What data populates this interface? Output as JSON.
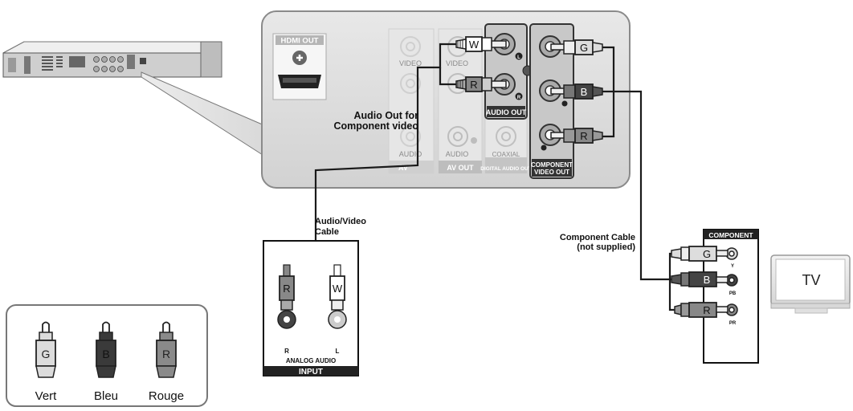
{
  "player": {
    "hdmi_out": "HDMI OUT",
    "jacks": {
      "video1": "VIDEO",
      "audio1": "AUDIO",
      "video2": "VIDEO",
      "audio2": "AUDIO",
      "av_out_partial": "AV ",
      "av_out": "AV OUT",
      "coaxial": "COAXIAL",
      "digital_audio_out": "DIGITAL AUDIO OUT",
      "audio_out": "AUDIO OUT",
      "component_video_out_1": "COMPONENT",
      "component_video_out_2": "VIDEO OUT"
    },
    "plug_labels": {
      "w": "W",
      "r": "R",
      "g": "G",
      "b": "B",
      "r2": "R"
    },
    "mini_lr": {
      "l": "L",
      "r": "R"
    }
  },
  "labels": {
    "audio_out_component_1": "Audio Out for",
    "audio_out_component_2": "Component video",
    "av_cable_1": "Audio/Video",
    "av_cable_2": "Cable",
    "component_cable_1": "Component Cable",
    "component_cable_2": "(not supplied)"
  },
  "input_panel": {
    "plug_r": "R",
    "plug_w": "W",
    "r": "R",
    "l": "L",
    "analog_audio": "ANALOG AUDIO",
    "title": "INPUT"
  },
  "component_panel": {
    "title": "COMPONENT",
    "plugs": [
      "G",
      "B",
      "R"
    ],
    "jacks": [
      "Y",
      "PB",
      "PR"
    ]
  },
  "tv": {
    "label": "TV"
  },
  "legend": {
    "items": [
      {
        "letter": "G",
        "name": "Vert",
        "color": "#dcdcdc"
      },
      {
        "letter": "B",
        "name": "Bleu",
        "color": "#3a3a3a"
      },
      {
        "letter": "R",
        "name": "Rouge",
        "color": "#8a8a8a"
      }
    ]
  }
}
